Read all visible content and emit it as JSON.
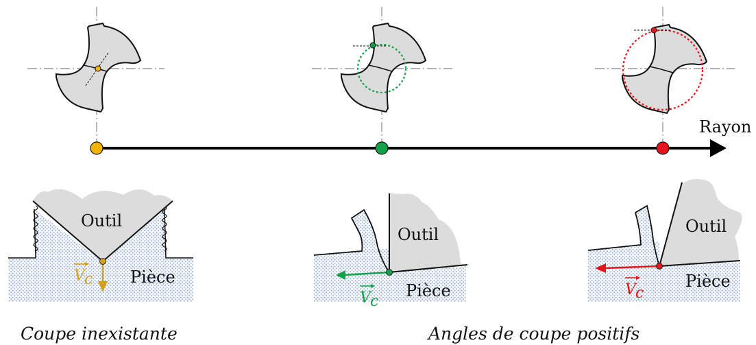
{
  "axis": {
    "label": "Rayon"
  },
  "colors": {
    "yellow": "#f2b400",
    "green": "#14a14a",
    "red": "#e8141c",
    "tool_fill": "#dcdcdc",
    "workpiece_dots": "#8fa9cf"
  },
  "panels": [
    {
      "id": "center",
      "tool_label": "Outil",
      "piece_label": "Pièce",
      "velocity_label": "V",
      "velocity_sub": "c",
      "color": "yellow"
    },
    {
      "id": "middle",
      "tool_label": "Outil",
      "piece_label": "Pièce",
      "velocity_label": "V",
      "velocity_sub": "c",
      "color": "green"
    },
    {
      "id": "edge",
      "tool_label": "Outil",
      "piece_label": "Pièce",
      "velocity_label": "V",
      "velocity_sub": "c",
      "color": "red"
    }
  ],
  "captions": {
    "left": "Coupe inexistante",
    "right": "Angles de coupe positifs"
  }
}
